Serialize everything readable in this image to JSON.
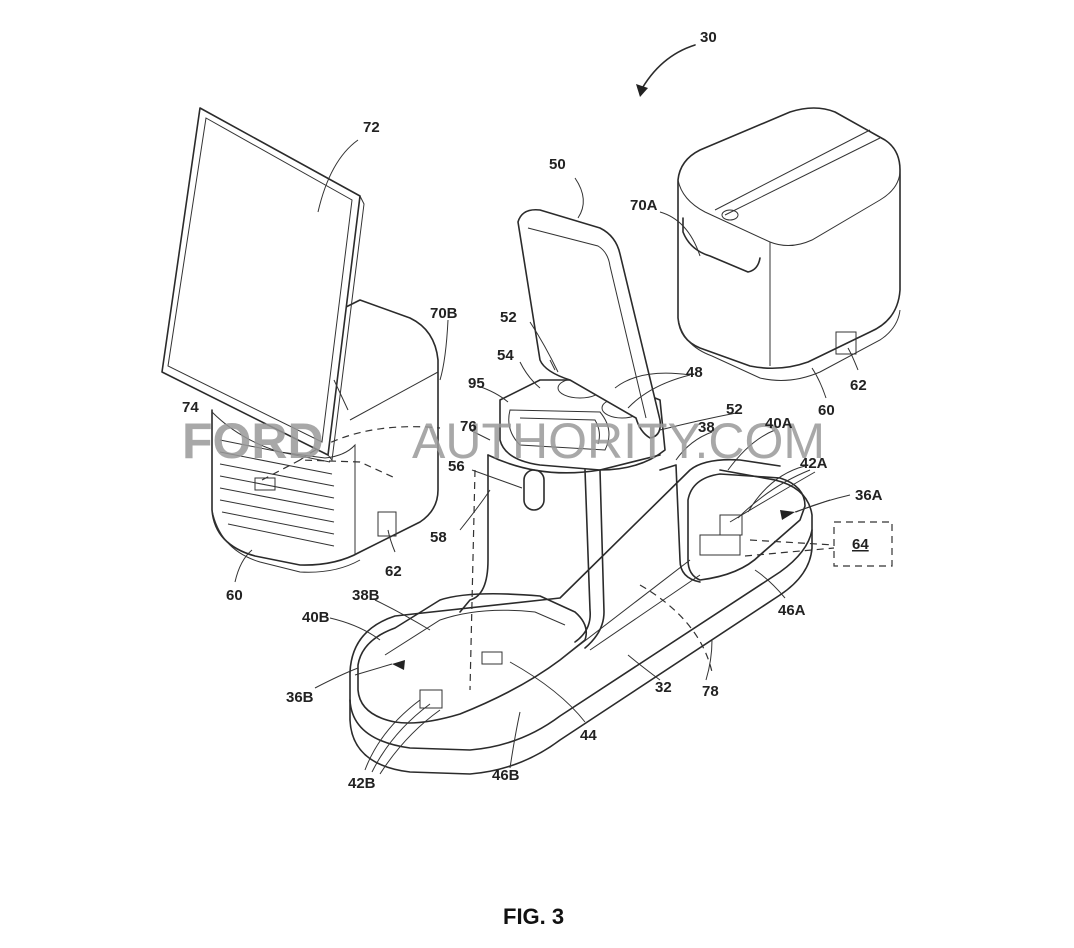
{
  "figure_caption": "FIG. 3",
  "watermark": {
    "part1": "FORD",
    "part2": "AUTHORITY.COM"
  },
  "reference_labels": {
    "r30": "30",
    "r72": "72",
    "r50": "50",
    "r70A": "70A",
    "r70B": "70B",
    "r52a": "52",
    "r52b": "52",
    "r54": "54",
    "r48": "48",
    "r95": "95",
    "r74": "74",
    "r76": "76",
    "r38": "38",
    "r40A": "40A",
    "r42A": "42A",
    "r36A": "36A",
    "r56": "56",
    "r58": "58",
    "r60a": "60",
    "r60b": "60",
    "r62a": "62",
    "r62b": "62",
    "r64": "64",
    "r46A": "46A",
    "r38B": "38B",
    "r40B": "40B",
    "r36B": "36B",
    "r32": "32",
    "r78": "78",
    "r44": "44",
    "r42B": "42B",
    "r46B": "46B"
  }
}
